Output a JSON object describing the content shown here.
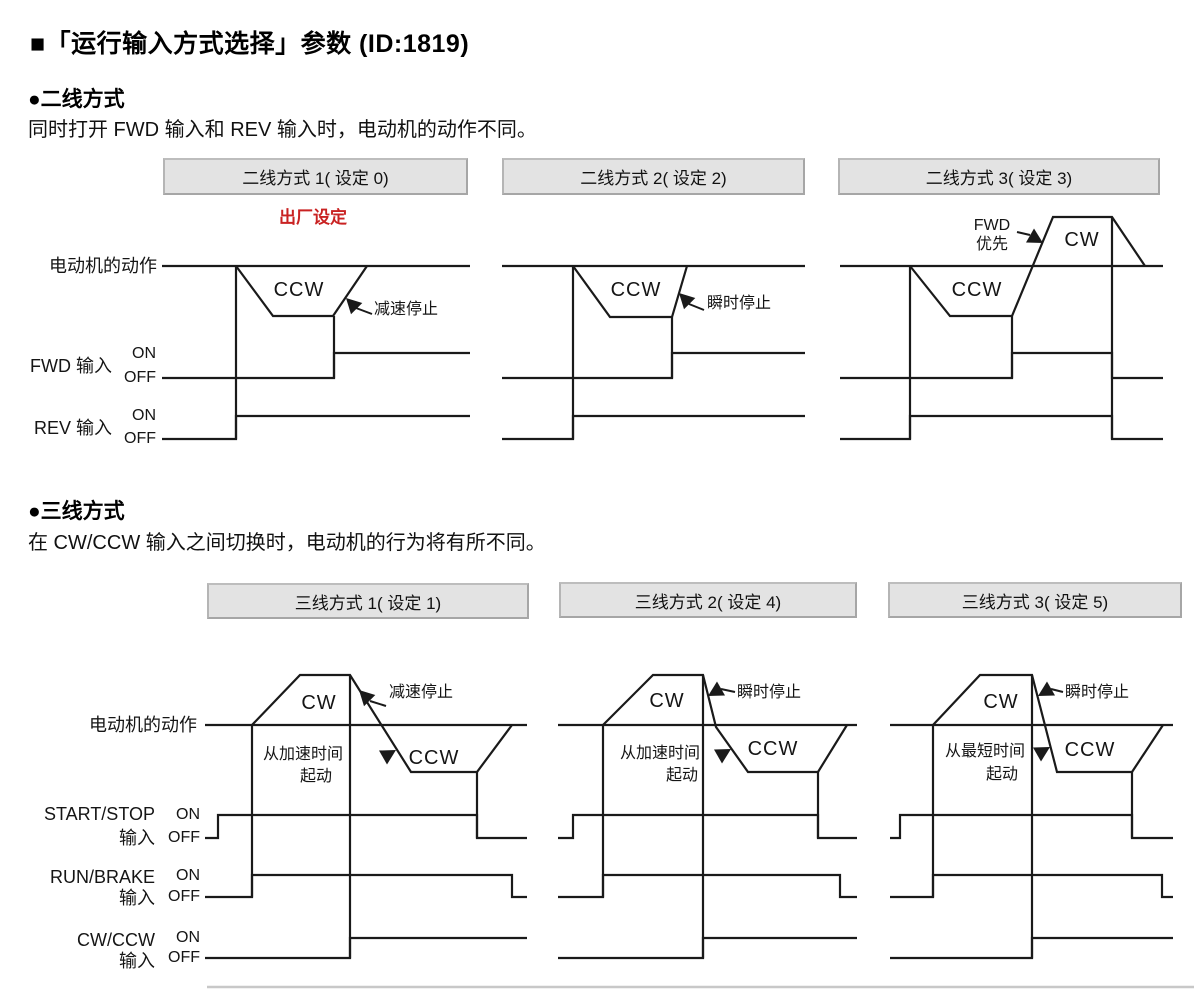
{
  "page": {
    "title": "■「运行输入方式选择」参数 (ID:1819)"
  },
  "common": {
    "on": "ON",
    "off": "OFF"
  },
  "two_wire": {
    "heading": "●二线方式",
    "description": "同时打开 FWD 输入和 REV 输入时，电动机的动作不同。",
    "rows": {
      "motor": "电动机的动作",
      "fwd": "FWD 输入",
      "rev": "REV 输入"
    },
    "panels": [
      {
        "title": "二线方式 1( 设定 0)",
        "note": "出厂设定",
        "ccw": "CCW",
        "stop": "减速停止"
      },
      {
        "title": "二线方式 2( 设定 2)",
        "ccw": "CCW",
        "stop": "瞬时停止"
      },
      {
        "title": "二线方式 3( 设定 3)",
        "ccw": "CCW",
        "cw": "CW",
        "priority_line1": "FWD",
        "priority_line2": "优先"
      }
    ]
  },
  "three_wire": {
    "heading": "●三线方式",
    "description": "在 CW/CCW 输入之间切换时，电动机的行为将有所不同。",
    "rows": {
      "motor": "电动机的动作",
      "start_stop": "START/STOP",
      "run_brake": "RUN/BRAKE",
      "cw_ccw": "CW/CCW",
      "input": "输入"
    },
    "panels": [
      {
        "title": "三线方式 1( 设定 1)",
        "cw": "CW",
        "ccw": "CCW",
        "stop": "减速停止",
        "start_line1": "从加速时间",
        "start_line2": "起动"
      },
      {
        "title": "三线方式 2( 设定 4)",
        "cw": "CW",
        "ccw": "CCW",
        "stop": "瞬时停止",
        "start_line1": "从加速时间",
        "start_line2": "起动"
      },
      {
        "title": "三线方式 3( 设定 5)",
        "cw": "CW",
        "ccw": "CCW",
        "stop": "瞬时停止",
        "start_line1": "从最短时间",
        "start_line2": "起动"
      }
    ]
  },
  "colors": {
    "accent_red": "#c92222",
    "line": "#1a1a1a",
    "box_fill": "#e3e3e3",
    "box_border": "#a6a6a6",
    "divider": "#c8c8c8"
  }
}
